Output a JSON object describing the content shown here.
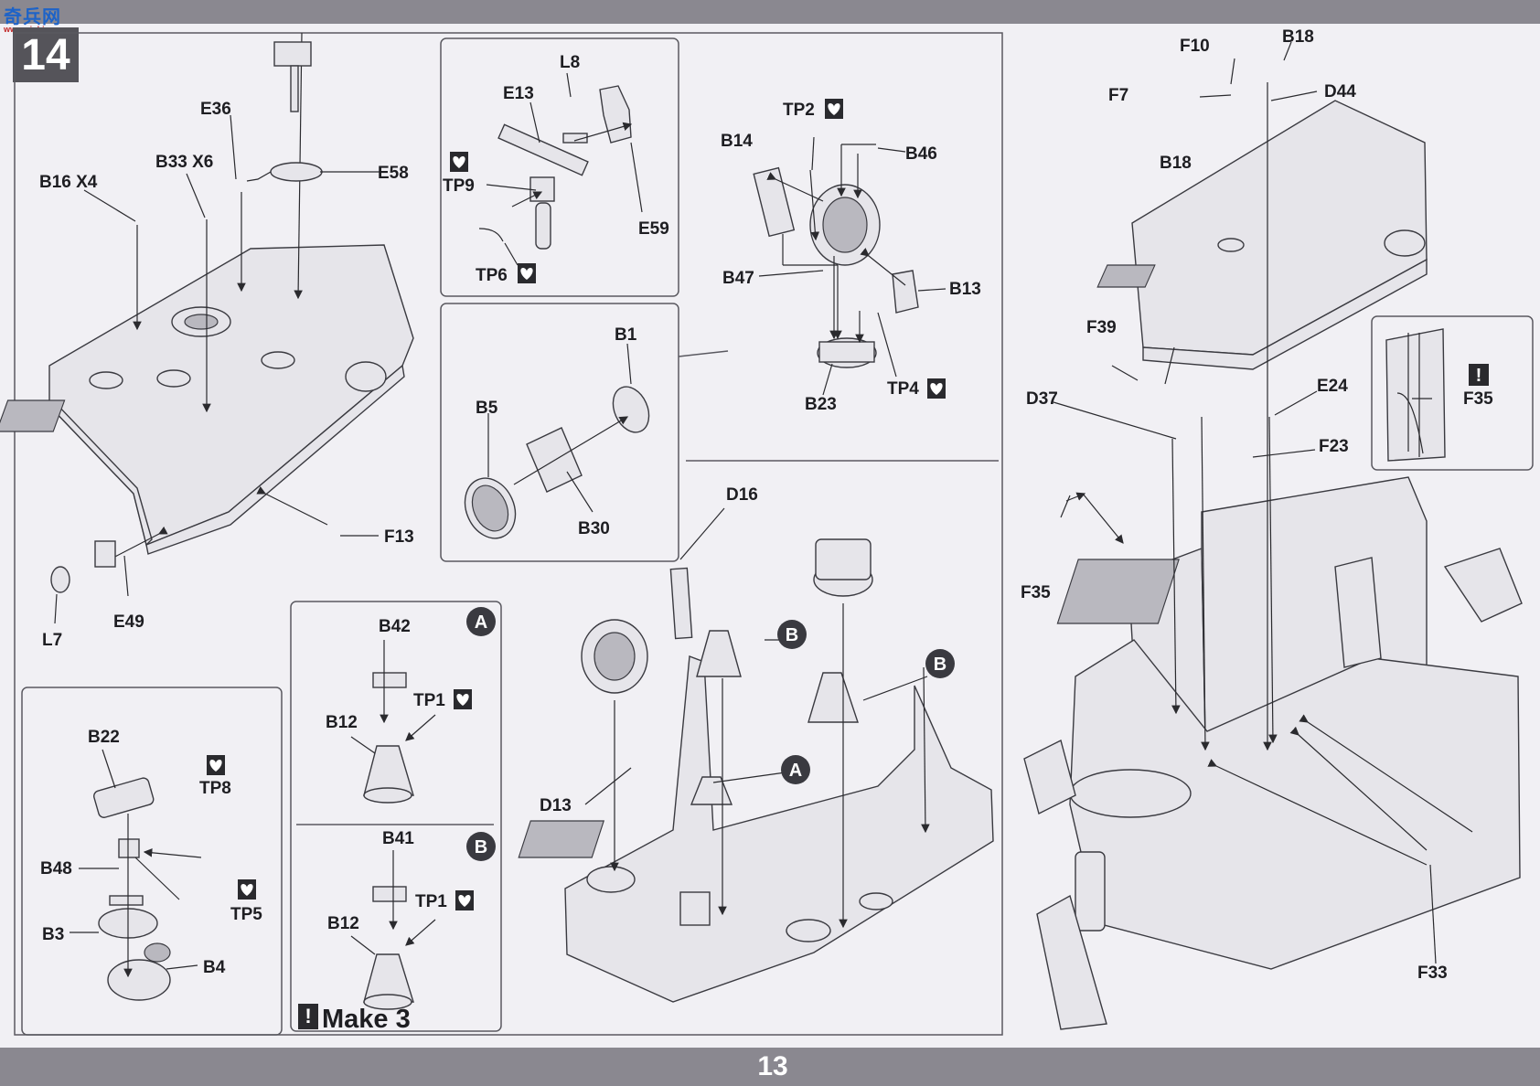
{
  "page": {
    "number": "13",
    "step": "14"
  },
  "logo": {
    "main": "奇兵网",
    "sub": "www.qiubing.com"
  },
  "labels": {
    "left": [
      "E36",
      "E58",
      "B33 X6",
      "B16 X4",
      "F13",
      "E49",
      "L7"
    ],
    "inset_scope": [
      "L8",
      "E13",
      "TP9",
      "E59",
      "TP6"
    ],
    "inset_light": [
      "B1",
      "B5",
      "B30"
    ],
    "center_top": [
      "TP2",
      "B14",
      "B46",
      "B47",
      "B13",
      "B23",
      "TP4"
    ],
    "inset_a": [
      "B42",
      "TP1",
      "B12"
    ],
    "inset_b": [
      "B41",
      "TP1",
      "B12"
    ],
    "inset_bino": [
      "B22",
      "TP8",
      "B48",
      "TP5",
      "B3",
      "B4"
    ],
    "center_bottom": [
      "D16",
      "D13"
    ],
    "right": [
      "F10",
      "B18",
      "F7",
      "D44",
      "B18",
      "F39",
      "D37",
      "E24",
      "F23",
      "F35",
      "F33"
    ],
    "inset_f35": [
      "F35"
    ]
  },
  "badges": {
    "a": "A",
    "b": "B"
  },
  "notes": {
    "make": "Make 3",
    "warning_mark": "!"
  },
  "colors": {
    "paper": "#f1f0f4",
    "bar": "#8a8890",
    "ink": "#1e1e22"
  },
  "icons": [
    "heart-icon",
    "warning-icon"
  ]
}
